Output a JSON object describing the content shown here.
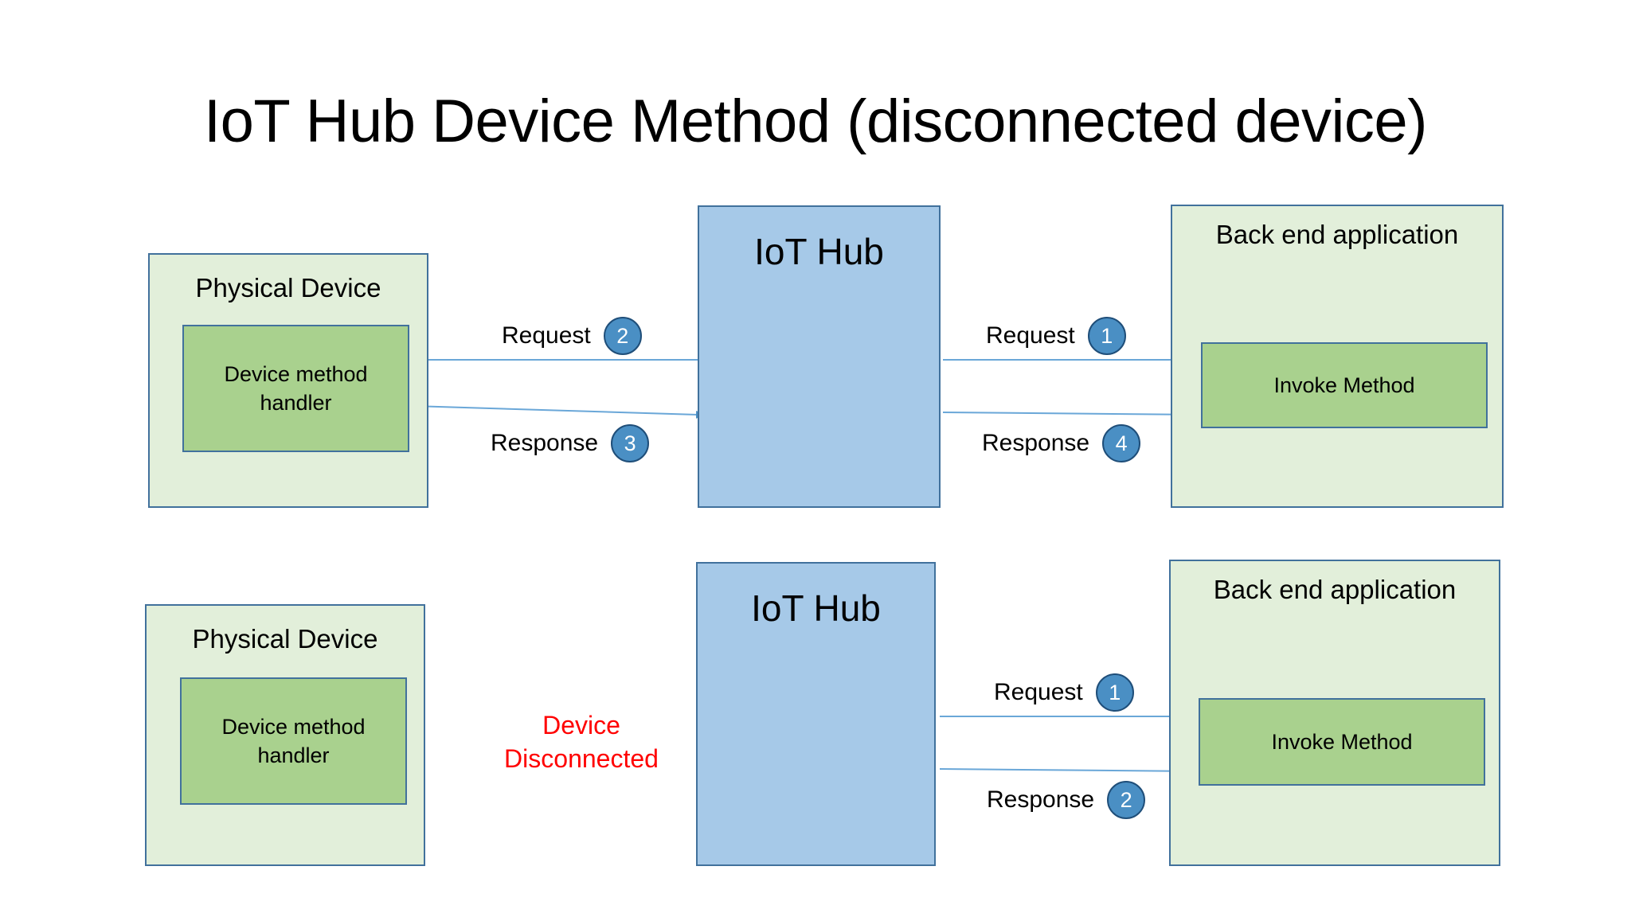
{
  "slide": {
    "title": "IoT Hub Device Method (disconnected device)",
    "background_color": "#ffffff"
  },
  "colors": {
    "box_border": "#41719c",
    "light_green_fill": "#e2efda",
    "green_fill": "#a9d18e",
    "blue_fill": "#a6c9e8",
    "badge_fill": "#4a8fc4",
    "badge_border": "#1f4e79",
    "arrow_stroke": "#6aa7d8",
    "alert_text": "#ff0000"
  },
  "scenarios": [
    {
      "name": "connected-device",
      "device": {
        "title": "Physical Device",
        "inner": {
          "label": "Device method\nhandler"
        }
      },
      "hub": {
        "title": "IoT Hub"
      },
      "backend": {
        "title": "Back end application",
        "inner": {
          "label": "Invoke Method"
        }
      },
      "flows": [
        {
          "id": "hub-to-device-request",
          "label": "Request",
          "step": "2",
          "direction": "left"
        },
        {
          "id": "device-to-hub-response",
          "label": "Response",
          "step": "3",
          "direction": "right"
        },
        {
          "id": "backend-to-hub-request",
          "label": "Request",
          "step": "1",
          "direction": "left"
        },
        {
          "id": "hub-to-backend-response",
          "label": "Response",
          "step": "4",
          "direction": "right"
        }
      ]
    },
    {
      "name": "disconnected-device",
      "device": {
        "title": "Physical Device",
        "inner": {
          "label": "Device method\nhandler"
        }
      },
      "hub": {
        "title": "IoT Hub"
      },
      "backend": {
        "title": "Back end application",
        "inner": {
          "label": "Invoke Method"
        }
      },
      "status_note": "Device\nDisconnected",
      "flows": [
        {
          "id": "backend-to-hub-request",
          "label": "Request",
          "step": "1",
          "direction": "left"
        },
        {
          "id": "hub-to-backend-response",
          "label": "Response",
          "step": "2",
          "direction": "right"
        }
      ]
    }
  ]
}
